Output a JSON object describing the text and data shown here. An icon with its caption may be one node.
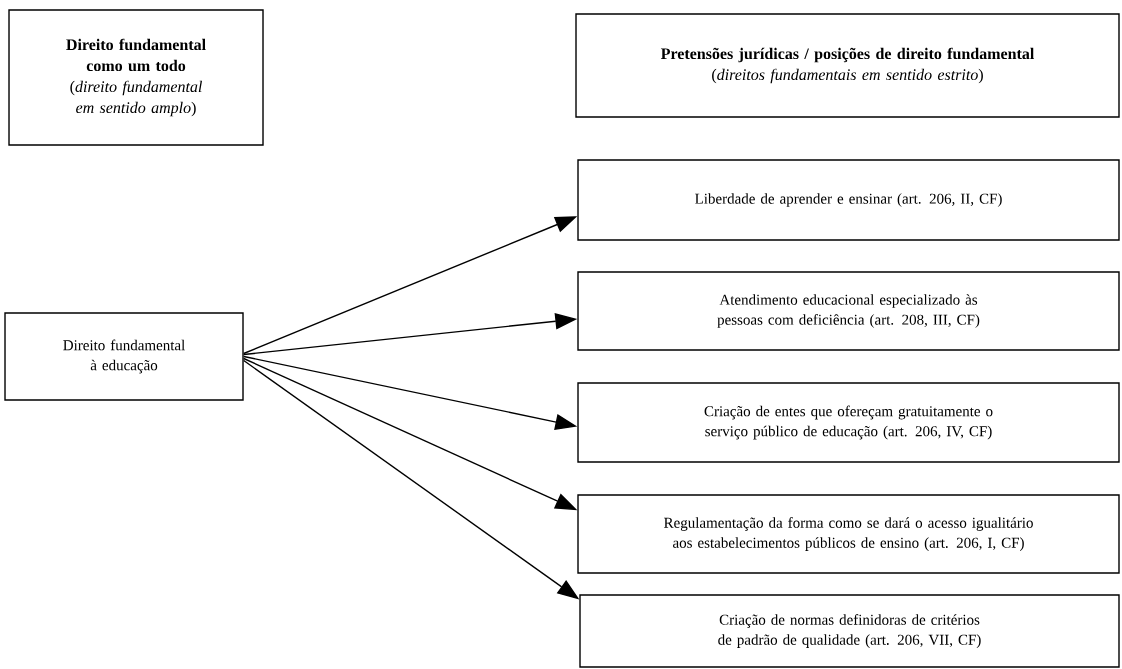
{
  "diagram": {
    "nodes": [
      {
        "text": [
          "Direito fundamental como um todo",
          "(*direito fundamental em sentido amplo*)"
        ]
      },
      {
        "text": [
          "Pretensões jurídicas / posições de direito fundamental",
          "(*direitos fundamentais em sentido estrito*)"
        ]
      },
      {
        "text": [
          "Direito fundamental à educação"
        ]
      },
      {
        "text": [
          "Liberdade de aprender e ensinar (art. 206, II, CF)"
        ]
      },
      {
        "text": [
          "Atendimento educacional especializado às pessoas com deficiência (art. 208, III, CF)"
        ]
      },
      {
        "text": [
          "Criação de entes que ofereçam gratuitamente o serviço público de educação (art. 206, IV, CF)"
        ]
      },
      {
        "text": [
          "Regulamentação da forma como se dará o acesso igualitário aos estabelecimentos públicos de ensino (art. 206, I, CF)"
        ]
      },
      {
        "text": [
          "Criação de normas definidoras de critérios de padrão de qualidade (art. 206, VII, CF)"
        ]
      }
    ],
    "edges": [
      {
        "from": 2,
        "to": 3,
        "arrow": "to"
      },
      {
        "from": 2,
        "to": 4,
        "arrow": "to"
      },
      {
        "from": 2,
        "to": 5,
        "arrow": "to"
      },
      {
        "from": 2,
        "to": 6,
        "arrow": "to"
      },
      {
        "from": 2,
        "to": 7,
        "arrow": "to"
      }
    ]
  }
}
